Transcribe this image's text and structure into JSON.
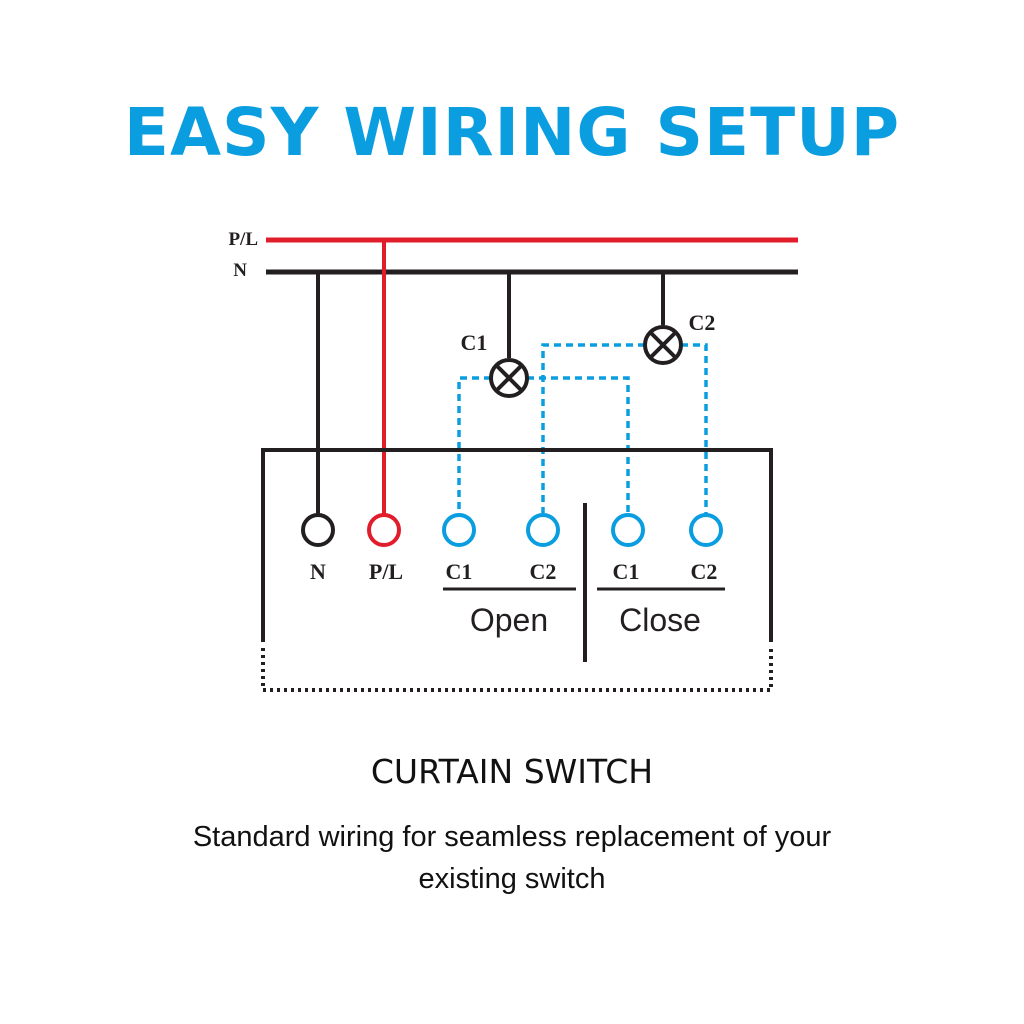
{
  "headline": "EASY WIRING SETUP",
  "colors": {
    "accent": "#0a9ee0",
    "phase": "#e21d2b",
    "neutral": "#231f20",
    "text": "#111111"
  },
  "rails": {
    "phase_label": "P/L",
    "neutral_label": "N"
  },
  "lamps": [
    {
      "label": "C1"
    },
    {
      "label": "C2"
    }
  ],
  "terminals": [
    {
      "label": "N"
    },
    {
      "label": "P/L"
    },
    {
      "label": "C1"
    },
    {
      "label": "C2"
    },
    {
      "label": "C1"
    },
    {
      "label": "C2"
    }
  ],
  "groups": {
    "open": "Open",
    "close": "Close"
  },
  "product": {
    "title": "CURTAIN SWITCH",
    "description_line1": "Standard wiring for seamless replacement of your",
    "description_line2": "existing switch"
  }
}
